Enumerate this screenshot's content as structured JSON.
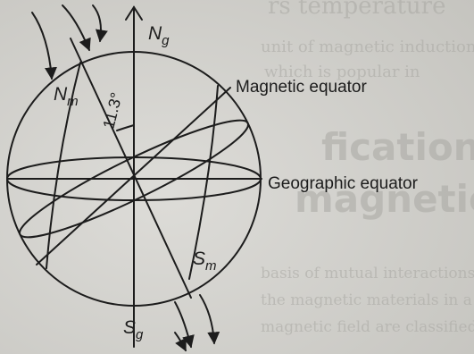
{
  "figure": {
    "labels": {
      "north_geographic": {
        "main": "N",
        "sub": "g"
      },
      "north_magnetic": {
        "main": "N",
        "sub": "m"
      },
      "south_geographic": {
        "main": "S",
        "sub": "g"
      },
      "south_magnetic": {
        "main": "S",
        "sub": "m"
      },
      "angle": "11.3°",
      "magnetic_equator": "Magnetic equator",
      "geographic_equator": "Geographic equator"
    }
  },
  "background_page": {
    "lines": [
      "rs temperature",
      "unit of magnetic induction",
      "which is popular in",
      "fication of",
      "magnetic substance",
      "basis of mutual interactions of these",
      "the magnetic materials in a",
      "magnetic field are classified into these"
    ]
  },
  "colors": {
    "ink": "#1c1c1c",
    "paper": "#d6d5d1",
    "ghost_text": "#a9a8a3"
  }
}
